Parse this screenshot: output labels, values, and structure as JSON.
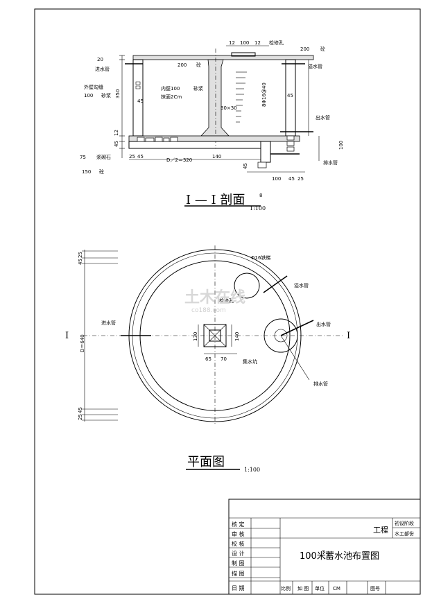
{
  "section": {
    "title": "I — I 剖面",
    "title_sup": "8",
    "scale": "1:100",
    "labels": {
      "dim_12_a": "12",
      "dim_100": "100",
      "dim_12_b": "12",
      "manhole": "检修孔",
      "conc_200_top": "200",
      "conc_suffix_top": "砼",
      "dim_20": "20",
      "inlet_pipe": "进水管",
      "conc_200_mid": "200",
      "conc_suffix_mid": "砼",
      "overflow_pipe": "溢水管",
      "dim_350": "350",
      "outer_wall_1": "外壁勾缝",
      "outer_wall_2": "100",
      "outer_wall_3": "砂浆",
      "inner_wall_1": "内壁100",
      "inner_wall_2": "砂浆",
      "inner_wall_3": "抹面2Cm",
      "dim_45_left": "45",
      "rebar": "8Φ16@40",
      "dim_30x30": "30×30",
      "dim_45_right": "45",
      "outlet_pipe": "出水管",
      "dim_12_left": "12",
      "dim_45_base": "45",
      "dim_100_right": "100",
      "dim_25": "25",
      "dim_45_foot": "45",
      "half_d": "D／2＝320",
      "dim_140": "140",
      "drain_pipe": "排水管",
      "stone_1": "75",
      "stone_2": "浆砌石",
      "conc_150": "150",
      "conc_suffix_150": "砼",
      "dim_45_pit": "45",
      "dim_100_bot": "100",
      "dim_45_bot": "45",
      "dim_25_bot": "25"
    }
  },
  "plan": {
    "title": "平面图",
    "scale": "1:100",
    "section_mark_left": "I",
    "section_mark_right": "I",
    "labels": {
      "dim_25_top": "25",
      "dim_45_top": "45",
      "rebar_rungs": "Φ16铁梯",
      "overflow_pipe": "溢水管",
      "manhole": "检修孔",
      "inlet_pipe": "进水管",
      "outlet_pipe": "出水管",
      "diameter": "D＝640",
      "dim_130": "130",
      "dim_140": "140",
      "dim_65": "65",
      "dim_70": "70",
      "sump": "集水坑",
      "drain_pipe": "排水管",
      "dim_25_bot": "25",
      "dim_45_bot": "45"
    }
  },
  "watermark": {
    "main": "土木在线",
    "sub": "co188.com"
  },
  "title_block": {
    "rows": [
      "核 定",
      "审 核",
      "校 核",
      "设 计",
      "制 图",
      "描 图"
    ],
    "date_label": "日 期",
    "project_suffix": "工程",
    "stage": "初设阶段",
    "dept": "水工部份",
    "drawing_title": "100米",
    "drawing_title_sup": "3",
    "drawing_title_rest": "蓄水池布置图",
    "bottom_fields": [
      "比例",
      "如 图",
      "单位",
      "CM",
      "图号"
    ]
  }
}
